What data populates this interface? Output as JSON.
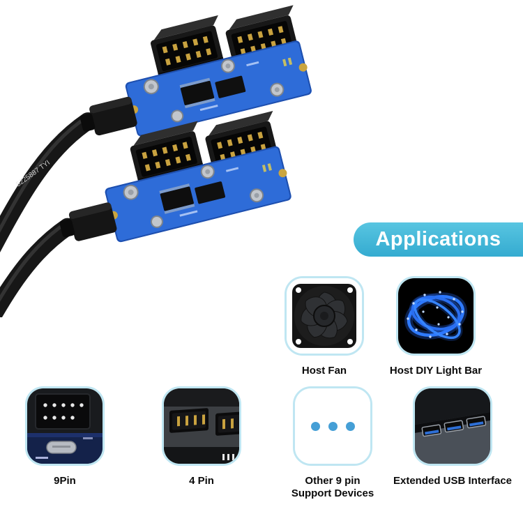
{
  "banner": {
    "label": "Applications",
    "color": "#3db6da"
  },
  "product": {
    "cable_text": "5225887 TYI"
  },
  "apps": [
    {
      "label": "Host Fan"
    },
    {
      "label": "Host DIY Light Bar"
    },
    {
      "label": "9Pin"
    },
    {
      "label": "4 Pin"
    },
    {
      "label": "Other 9 pin",
      "label2": "Support Devices"
    },
    {
      "label": "Extended USB Interface"
    }
  ],
  "colors": {
    "accent": "#3db6da",
    "card_border": "#bfe6f2",
    "dot": "#459fd6",
    "pcb_blue": "#2e6cd8",
    "led_blue": "#2f7bff"
  }
}
